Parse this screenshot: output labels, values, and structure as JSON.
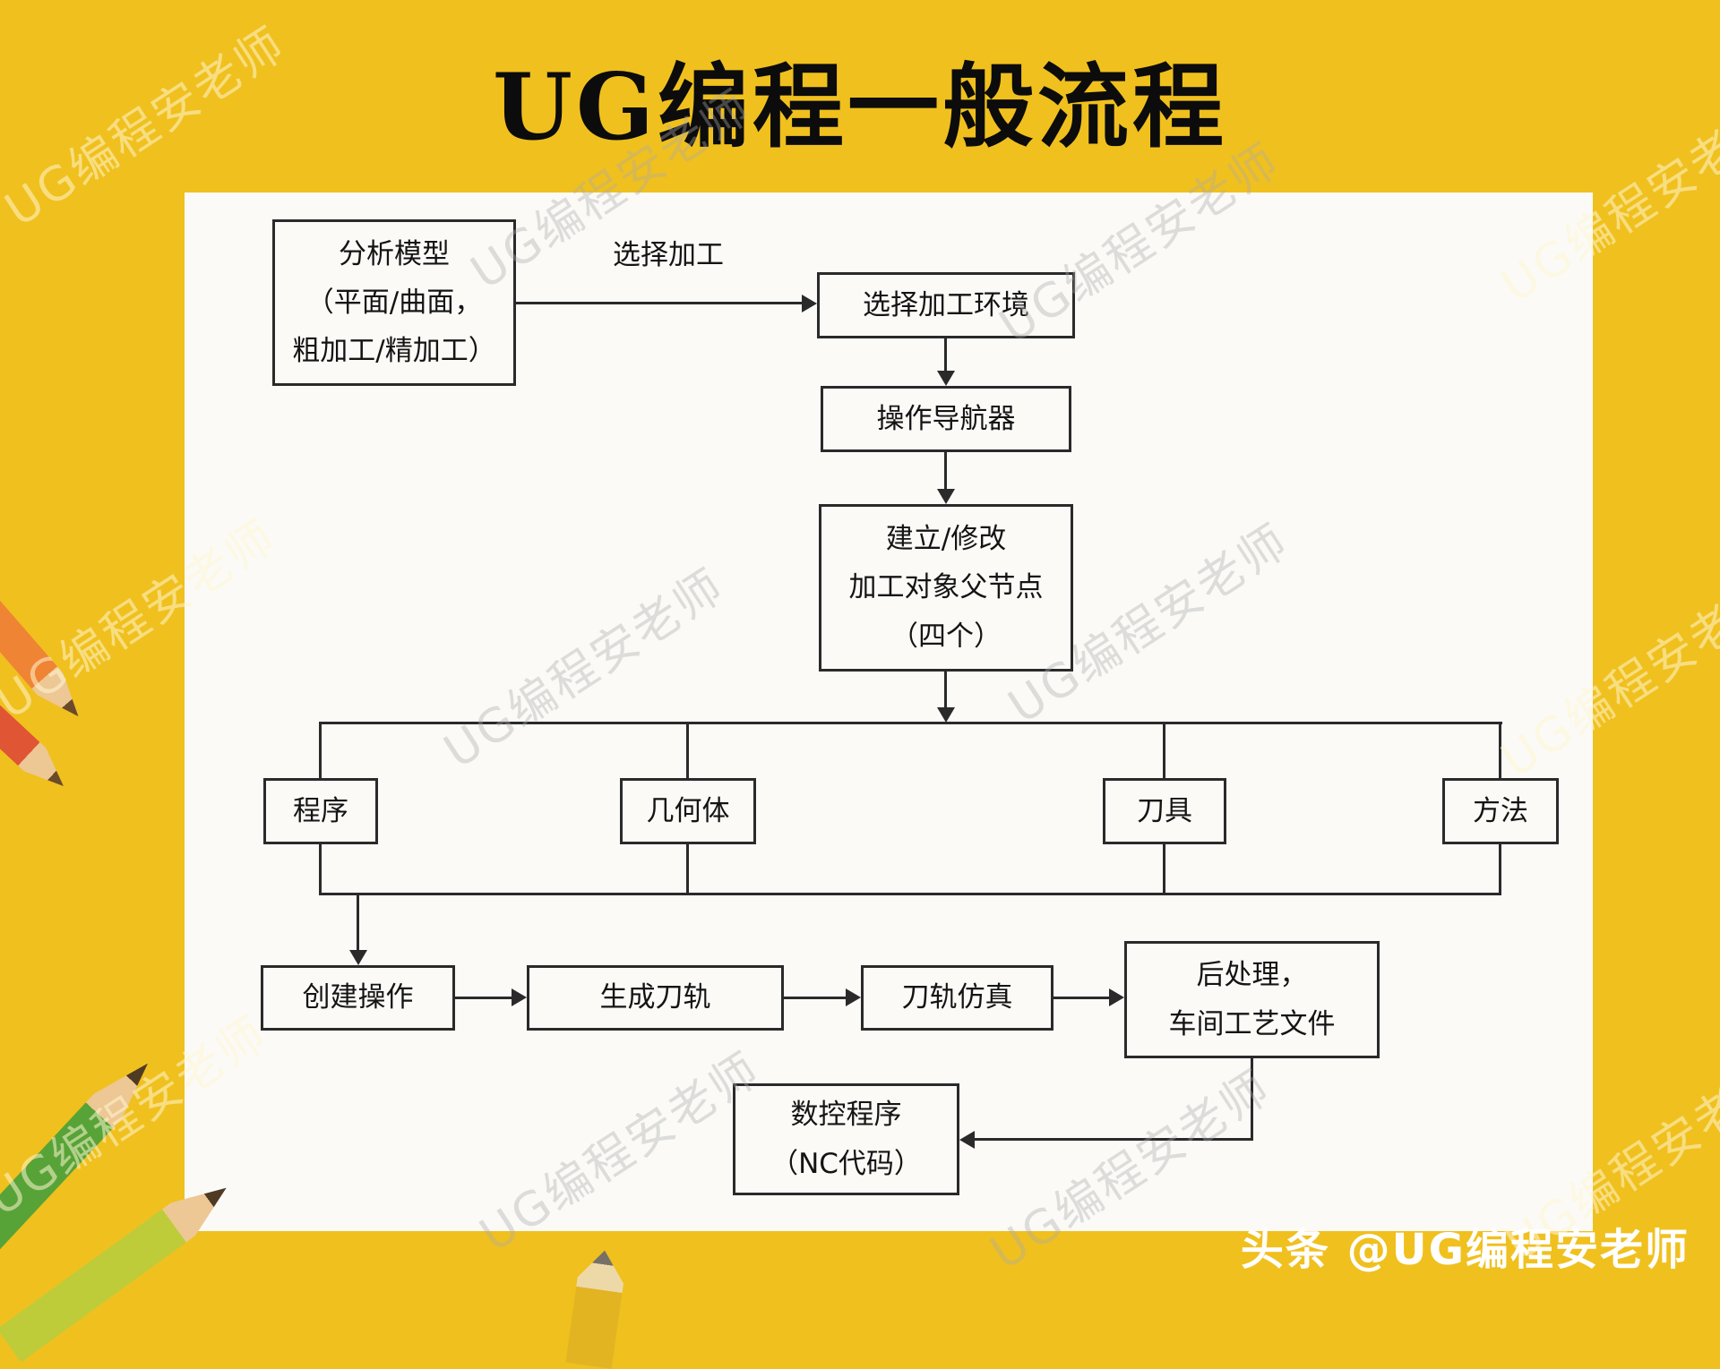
{
  "title": "UG编程一般流程",
  "watermark": "UG编程安老师",
  "credit": "头条 @UG编程安老师",
  "colors": {
    "background": "#F0C01E",
    "panel": "#FBFAF7",
    "line": "#2A2A2A",
    "credit_text": "#FFFFFF"
  },
  "flowchart": {
    "analyze": {
      "line1": "分析模型",
      "line2": "（平面/曲面，",
      "line3": "粗加工/精加工）"
    },
    "select_label": "选择加工",
    "env": "选择加工环境",
    "navigator": "操作导航器",
    "parent": {
      "line1": "建立/修改",
      "line2": "加工对象父节点",
      "line3": "（四个）"
    },
    "branches": [
      "程序",
      "几何体",
      "刀具",
      "方法"
    ],
    "create_op": "创建操作",
    "generate_path": "生成刀轨",
    "simulate_path": "刀轨仿真",
    "post": {
      "line1": "后处理，",
      "line2": "车间工艺文件"
    },
    "nc": {
      "line1": "数控程序",
      "line2": "（NC代码）"
    }
  }
}
